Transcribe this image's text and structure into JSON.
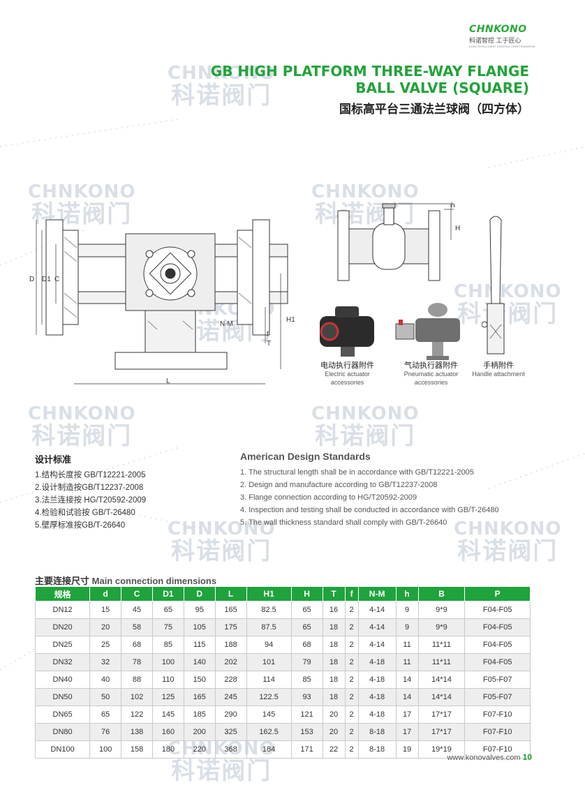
{
  "brand": {
    "name": "CHNKONO",
    "cn_slogan": "科诺智控  工于匠心",
    "tiny_line": "KONO INTELLIGENT CONTROL CRAFTSMANSHIP"
  },
  "watermark": {
    "en": "CHNKONO",
    "cn": "科诺阀门"
  },
  "title": {
    "en_line1": "GB HIGH PLATFORM THREE-WAY FLANGE",
    "en_line2": "BALL VALVE (SQUARE)",
    "cn": "国标高平台三通法兰球阀（四方体）"
  },
  "drawing_labels": {
    "d": "D",
    "d1": "D1",
    "c": "C",
    "nm": "N-M",
    "h1": "H1",
    "f": "f",
    "t": "T",
    "l": "L",
    "h_small": "h",
    "h_big": "H"
  },
  "accessories": [
    {
      "cn": "电动执行器附件",
      "en1": "Electric actuator",
      "en2": "accessories"
    },
    {
      "cn": "气动执行器附件",
      "en1": "Pneumatic actuator",
      "en2": "accessories"
    },
    {
      "cn": "手柄附件",
      "en1": "Handle attachment",
      "en2": ""
    }
  ],
  "design_standards_cn": {
    "heading": "设计标准",
    "items": [
      "1.结构长度按 GB/T12221-2005",
      "2.设计制造按GB/T12237-2008",
      "3.法兰连接按 HG/T20592-2009",
      "4.检验和试验按 GB/T-26480",
      "5.壁厚标准按GB/T-26640"
    ]
  },
  "design_standards_en": {
    "heading": "American Design Standards",
    "items": [
      "1. The structural length shall be in accordance with GB/T12221-2005",
      "2. Design and manufacture according to GB/T12237-2008",
      "3. Flange connection according to HG/T20592-2009",
      "4. Inspection and testing shall be conducted in accordance with GB/T-26480",
      "5. The wall thickness standard shall comply with GB/T-26640"
    ]
  },
  "table": {
    "title_cn": "主要连接尺寸",
    "title_en": "Main connection dimensions",
    "headers": [
      "规格",
      "d",
      "C",
      "D1",
      "D",
      "L",
      "H1",
      "H",
      "T",
      "f",
      "N-M",
      "h",
      "B",
      "P"
    ],
    "rows": [
      [
        "DN12",
        "15",
        "45",
        "65",
        "95",
        "165",
        "82.5",
        "65",
        "16",
        "2",
        "4-14",
        "9",
        "9*9",
        "F04-F05"
      ],
      [
        "DN20",
        "20",
        "58",
        "75",
        "105",
        "175",
        "87.5",
        "65",
        "18",
        "2",
        "4-14",
        "9",
        "9*9",
        "F04-F05"
      ],
      [
        "DN25",
        "25",
        "68",
        "85",
        "115",
        "188",
        "94",
        "68",
        "18",
        "2",
        "4-14",
        "11",
        "11*11",
        "F04-F05"
      ],
      [
        "DN32",
        "32",
        "78",
        "100",
        "140",
        "202",
        "101",
        "79",
        "18",
        "2",
        "4-18",
        "11",
        "11*11",
        "F04-F05"
      ],
      [
        "DN40",
        "40",
        "88",
        "110",
        "150",
        "228",
        "114",
        "85",
        "18",
        "2",
        "4-18",
        "14",
        "14*14",
        "F05-F07"
      ],
      [
        "DN50",
        "50",
        "102",
        "125",
        "165",
        "245",
        "122.5",
        "93",
        "18",
        "2",
        "4-18",
        "14",
        "14*14",
        "F05-F07"
      ],
      [
        "DN65",
        "65",
        "122",
        "145",
        "185",
        "290",
        "145",
        "121",
        "20",
        "2",
        "4-18",
        "17",
        "17*17",
        "F07-F10"
      ],
      [
        "DN80",
        "76",
        "138",
        "160",
        "200",
        "325",
        "162.5",
        "153",
        "20",
        "2",
        "8-18",
        "17",
        "17*17",
        "F07-F10"
      ],
      [
        "DN100",
        "100",
        "158",
        "180",
        "220",
        "368",
        "184",
        "171",
        "22",
        "2",
        "8-18",
        "19",
        "19*19",
        "F07-F10"
      ]
    ]
  },
  "footer": {
    "url": "www.konovalves.com",
    "page": "10"
  }
}
